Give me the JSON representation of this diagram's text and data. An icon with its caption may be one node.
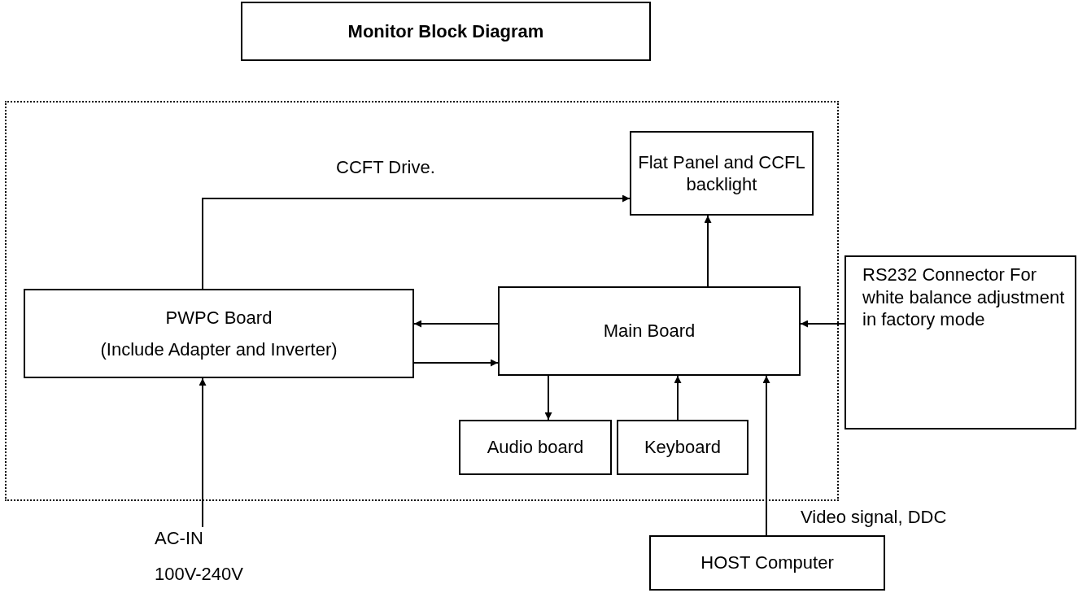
{
  "diagram": {
    "title": "Monitor Block Diagram",
    "nodes": [
      {
        "text": [],
        "shape": "box"
      },
      {
        "text": [
          "Flat Panel and CCFL backlight"
        ],
        "in": 0
      },
      {
        "text": [
          "PWPC Board",
          "(Include Adapter and Inverter)"
        ],
        "in": 0
      },
      {
        "text": [
          "Main Board"
        ],
        "in": 0
      },
      {
        "text": [
          "RS232 Connector For white balance adjustment in factory mode"
        ]
      },
      {
        "text": [
          "Audio board"
        ],
        "in": 0
      },
      {
        "text": [
          "Keyboard"
        ],
        "in": 0
      },
      {
        "text": [
          "AC-IN",
          "100V-240V"
        ]
      },
      {
        "text": [
          "HOST Computer"
        ]
      }
    ],
    "edges": [
      {
        "from": 2,
        "to": 1,
        "arrow": "to",
        "label": "CCFT Drive."
      },
      {
        "from": 3,
        "to": 1,
        "arrow": "to"
      },
      {
        "from": 3,
        "to": 2,
        "arrow": "to"
      },
      {
        "from": 2,
        "to": 3,
        "arrow": "to"
      },
      {
        "from": 4,
        "to": 3,
        "arrow": "to"
      },
      {
        "from": 3,
        "to": 5,
        "arrow": "to"
      },
      {
        "from": 6,
        "to": 3,
        "arrow": "to"
      },
      {
        "from": 7,
        "to": 2,
        "arrow": "to"
      },
      {
        "from": 8,
        "to": 3,
        "arrow": "to",
        "label": "Video signal, DDC"
      }
    ]
  }
}
